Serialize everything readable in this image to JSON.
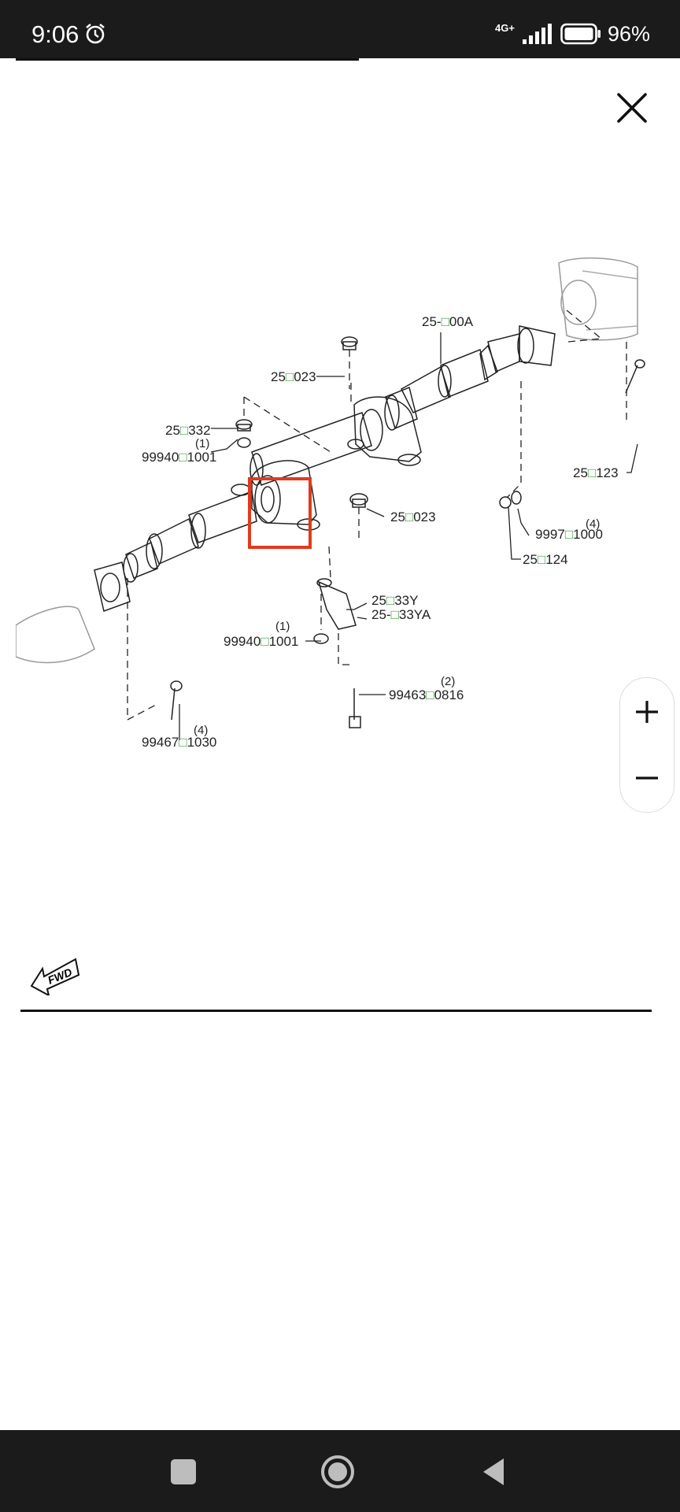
{
  "status_bar": {
    "time": "9:06",
    "network": "4G+",
    "battery": "96%",
    "icons": [
      "alarm-icon",
      "signal-icon",
      "battery-icon"
    ]
  },
  "viewer": {
    "close_icon": "close-icon",
    "zoom_in_icon": "plus-icon",
    "zoom_out_icon": "minus-icon",
    "fwd_label": "FWD",
    "highlight_color": "#e03a1e",
    "callout_color": "#3aa13a"
  },
  "diagram": {
    "labels": {
      "p1": "25-",
      "p1b": "00A",
      "p2": "25",
      "p2b": "023",
      "p3": "25",
      "p3b": "332",
      "p4": "99940",
      "p4b": "1001",
      "p4q": "(1)",
      "p5": "25",
      "p5b": "123",
      "p6": "25",
      "p6b": "023",
      "p7": "9997",
      "p7b": "1000",
      "p7q": "(4)",
      "p8": "25",
      "p8b": "124",
      "p9": "25",
      "p9b": "33Y",
      "p10": "25-",
      "p10b": "33YA",
      "p11": "99940",
      "p11b": "1001",
      "p11q": "(1)",
      "p12": "99463",
      "p12b": "0816",
      "p12q": "(2)",
      "p13": "99467",
      "p13b": "1030",
      "p13q": "(4)"
    }
  },
  "nav_bar": {
    "icons": [
      "recents-icon",
      "home-icon",
      "back-icon"
    ]
  }
}
